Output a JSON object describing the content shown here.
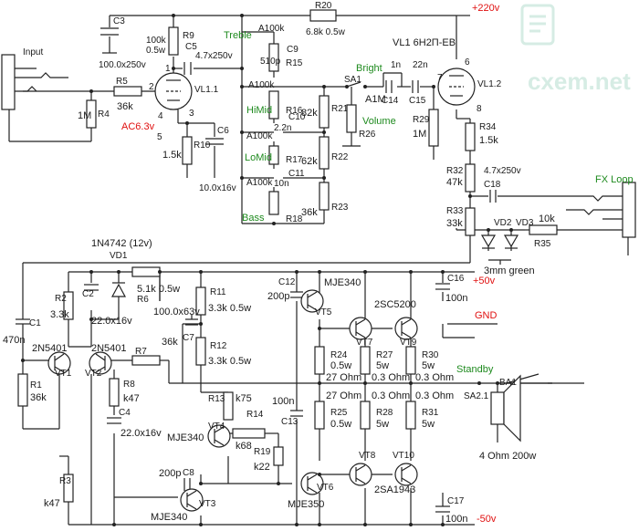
{
  "watermark": {
    "text": "cxem.net"
  },
  "rails": {
    "plus220": "+220v",
    "plus50": "+50v",
    "gnd": "GND",
    "minus50": "-50v"
  },
  "labels": {
    "input": "Input",
    "fx_loop": "FX Loop",
    "standby": "Standby",
    "tube_type": "VL1  6Н2П-ЕВ",
    "ac": "AC6.3v",
    "treble": "Treble",
    "himid": "HiMid",
    "lomid": "LoMid",
    "bass": "Bass",
    "bright": "Bright",
    "volume": "Volume",
    "leds": "3mm green",
    "speaker": "4 Ohm 200w",
    "zener_type": "1N4742  (12v)"
  },
  "components": {
    "r20": {
      "ref": "R20",
      "val": "6.8k 0.5w"
    },
    "c3": {
      "ref": "C3",
      "val": "100.0x250v"
    },
    "r9": {
      "ref": "R9",
      "val": "100k\n0.5w"
    },
    "c5": {
      "ref": "C5",
      "val": "4.7x250v"
    },
    "r5": {
      "ref": "R5",
      "val": "36k"
    },
    "r4": {
      "ref": "R4",
      "val": "1M"
    },
    "r10": {
      "ref": "R10",
      "val": "1.5k"
    },
    "c6": {
      "ref": "C6",
      "val": "10.0x16v"
    },
    "r15": {
      "ref": "R15",
      "val": "A100k"
    },
    "c9": {
      "ref": "C9",
      "val": "510p"
    },
    "r16": {
      "ref": "R16",
      "val": "A100k"
    },
    "c10": {
      "ref": "C10",
      "val": "2.2n"
    },
    "r17": {
      "ref": "R17",
      "val": "A100k"
    },
    "c11": {
      "ref": "C11",
      "val": "10n"
    },
    "r18": {
      "ref": "R18",
      "val": "A100k"
    },
    "r21": {
      "ref": "R21",
      "val": "82k"
    },
    "r22": {
      "ref": "R22",
      "val": "62k"
    },
    "r23": {
      "ref": "R23",
      "val": "36k"
    },
    "c14": {
      "ref": "C14",
      "val": "1n"
    },
    "c15": {
      "ref": "C15",
      "val": "22n"
    },
    "r26": {
      "ref": "R26",
      "val": "A1M"
    },
    "sa1": {
      "ref": "SA1"
    },
    "r29": {
      "ref": "R29",
      "val": "1M"
    },
    "r34": {
      "ref": "R34",
      "val": "1.5k"
    },
    "r32": {
      "ref": "R32",
      "val": "47k"
    },
    "c18": {
      "ref": "C18",
      "val": "4.7x250v"
    },
    "r33": {
      "ref": "R33",
      "val": "33k"
    },
    "r35": {
      "ref": "R35",
      "val": "10k"
    },
    "vd2": {
      "ref": "VD2"
    },
    "vd3": {
      "ref": "VD3"
    },
    "vd1": {
      "ref": "VD1"
    },
    "r6": {
      "ref": "R6",
      "val": "5.1k 0.5w"
    },
    "c2": {
      "ref": "C2",
      "val": "22.0x16v"
    },
    "r2": {
      "ref": "R2",
      "val": "3.3k"
    },
    "c1": {
      "ref": "C1",
      "val": "470n"
    },
    "r1": {
      "ref": "R1",
      "val": "36k"
    },
    "vt1": {
      "ref": "VT1",
      "type": "2N5401"
    },
    "vt2": {
      "ref": "VT2",
      "type": "2N5401"
    },
    "r7": {
      "ref": "R7",
      "val": "36k"
    },
    "r8": {
      "ref": "R8",
      "val": "k47"
    },
    "c4": {
      "ref": "C4",
      "val": "22.0x16v"
    },
    "r3": {
      "ref": "R3",
      "val": "k47"
    },
    "r11": {
      "ref": "R11",
      "val": "3.3k 0.5w"
    },
    "c7": {
      "ref": "C7",
      "val": "100.0x63v"
    },
    "r12": {
      "ref": "R12",
      "val": "3.3k 0.5w"
    },
    "r13": {
      "ref": "R13",
      "val": "k75"
    },
    "r14": {
      "ref": "R14",
      "val": "k68"
    },
    "r19": {
      "ref": "R19",
      "val": "k22"
    },
    "vt4": {
      "ref": "VT4",
      "type": "MJE340"
    },
    "vt3": {
      "ref": "VT3",
      "type": "MJE340"
    },
    "c8": {
      "ref": "C8",
      "val": "200p"
    },
    "c12": {
      "ref": "C12",
      "val": "200p"
    },
    "c13": {
      "ref": "C13",
      "val": "100n"
    },
    "vt5": {
      "ref": "VT5",
      "type": "MJE340"
    },
    "vt6": {
      "ref": "VT6",
      "type": "MJE350"
    },
    "vt7": {
      "ref": "VT7",
      "type": "2SC5200"
    },
    "vt9": {
      "ref": "VT9"
    },
    "vt8": {
      "ref": "VT8",
      "type": "2SA1943"
    },
    "vt10": {
      "ref": "VT10"
    },
    "r24": {
      "ref": "R24",
      "val": "0.5w\n27 Ohm"
    },
    "r25": {
      "ref": "R25",
      "val": "27 Ohm\n0.5w"
    },
    "r27": {
      "ref": "R27",
      "val": "5w\n0.3 Ohm"
    },
    "r28": {
      "ref": "R28",
      "val": "0.3 Ohm\n5w"
    },
    "r30": {
      "ref": "R30",
      "val": "5w\n0.3 Ohm"
    },
    "r31": {
      "ref": "R31",
      "val": "0.3 Ohm\n5w"
    },
    "c16": {
      "ref": "C16",
      "val": "100n"
    },
    "c17": {
      "ref": "C17",
      "val": "100n"
    },
    "ba1": {
      "ref": "BA1"
    },
    "sa21": {
      "ref": "SA2.1"
    },
    "vl11": {
      "ref": "VL1.1"
    },
    "vl12": {
      "ref": "VL1.2"
    }
  },
  "pins": {
    "p1": "1",
    "p2": "2",
    "p3": "3",
    "p4": "4",
    "p5": "5",
    "p6": "6",
    "p7": "7",
    "p8": "8"
  }
}
